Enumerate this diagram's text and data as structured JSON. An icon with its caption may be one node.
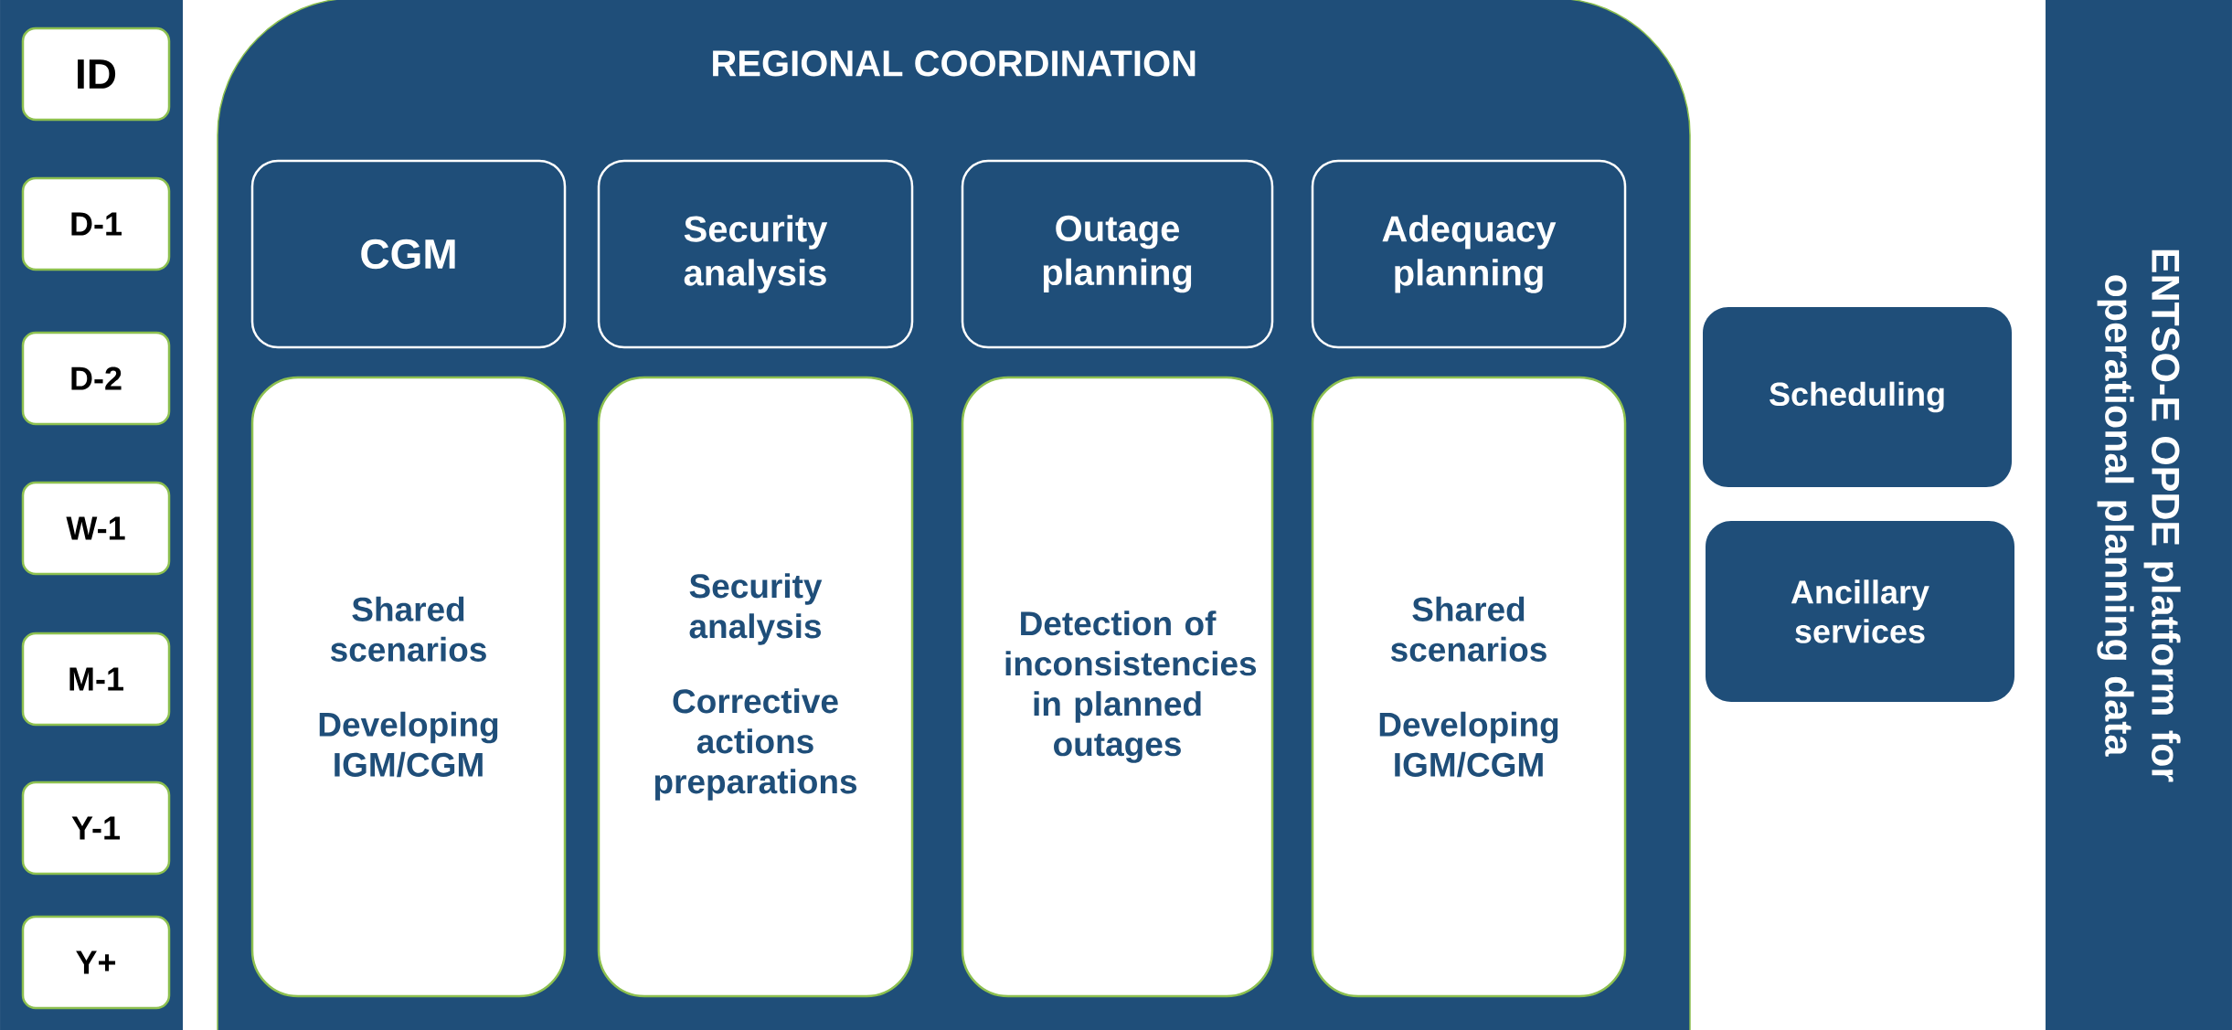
{
  "diagram": {
    "nodes": [
      {
        "text": [],
        "shape": "bar"
      },
      {
        "text": [
          "ID"
        ],
        "in": 0
      },
      {
        "text": [
          "D-1"
        ],
        "in": 0
      },
      {
        "text": [
          "D-2"
        ],
        "in": 0
      },
      {
        "text": [
          "W-1"
        ],
        "in": 0
      },
      {
        "text": [
          "M-1"
        ],
        "in": 0
      },
      {
        "text": [
          "Y-1"
        ],
        "in": 0
      },
      {
        "text": [
          "Y+"
        ],
        "in": 0
      },
      {
        "text": [
          "REGIONAL COORDINATION"
        ]
      },
      {
        "text": [
          "CGM"
        ],
        "in": 8
      },
      {
        "text": [
          "Security analysis"
        ],
        "in": 8
      },
      {
        "text": [
          "Outage planning"
        ],
        "in": 8
      },
      {
        "text": [
          "Adequacy planning"
        ],
        "in": 8
      },
      {
        "text": [
          "Shared scenarios",
          "Developing IGM/CGM"
        ],
        "in": 8
      },
      {
        "text": [
          "Security analysis",
          "Corrective actions preparations"
        ],
        "in": 8
      },
      {
        "text": [
          "Detection of inconsistencies in planned outages"
        ],
        "in": 8
      },
      {
        "text": [
          "Shared scenarios",
          "Developing IGM/CGM"
        ],
        "in": 8
      },
      {
        "text": [
          "Scheduling"
        ]
      },
      {
        "text": [
          "Ancillary services"
        ]
      },
      {
        "text": [
          "ENTSO-E OPDE platform for operational planning data"
        ]
      }
    ]
  }
}
